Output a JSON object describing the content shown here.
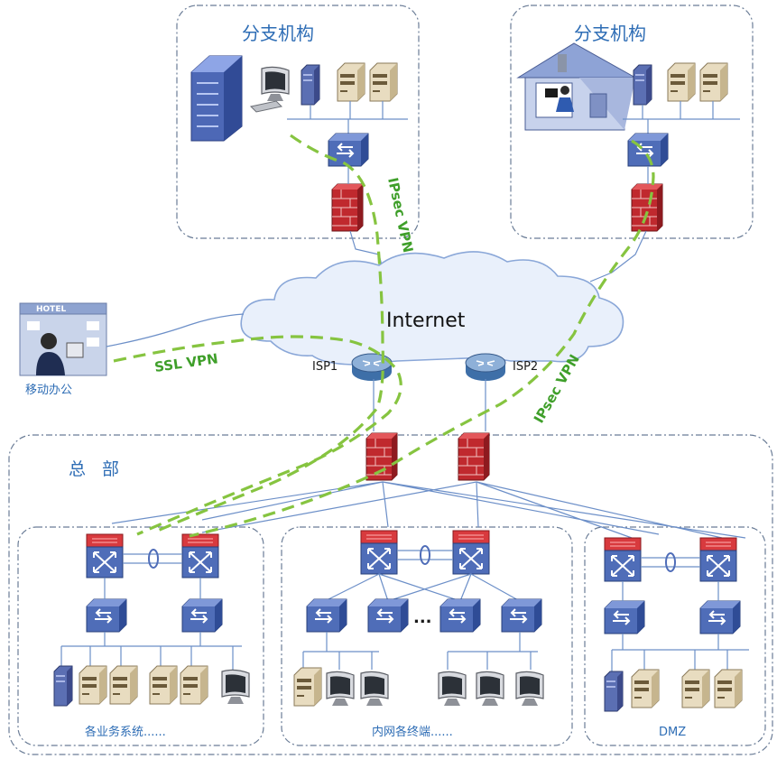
{
  "labels": {
    "branch_left": "分支机构",
    "branch_right": "分支机构",
    "internet": "Internet",
    "isp1": "ISP1",
    "isp2": "ISP2",
    "mobile_office": "移动办公",
    "hotel_sign": "HOTEL",
    "headquarters": "总 部",
    "business_systems": "各业务系统......",
    "intranet_terminals": "内网各终端......",
    "dmz": "DMZ",
    "ellipsis": "..."
  },
  "vpn": {
    "ssl": "SSL VPN",
    "ipsec_top": "IPsec VPN",
    "ipsec_right": "IPsec VPN"
  },
  "colors": {
    "vpn_line": "#86c440",
    "link_line": "#6c8fc8",
    "region_border": "#6a7c96",
    "label_blue": "#2e6db5",
    "firewall_red": "#c0292e"
  }
}
